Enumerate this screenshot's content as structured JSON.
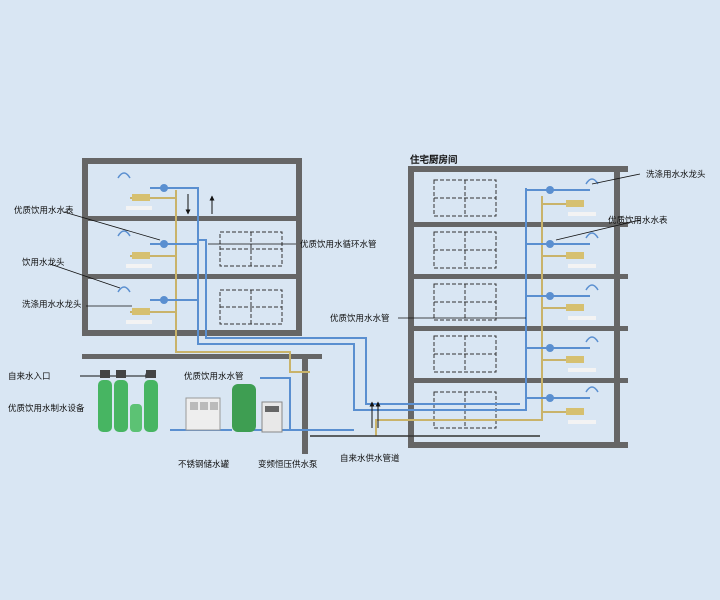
{
  "labels": {
    "residence_kitchen": "住宅厨房间",
    "wash_faucet_left": "洗涤用水水龙头",
    "drink_faucet": "饮用水龙头",
    "quality_meter_left": "优质饮用水水表",
    "tap_inlet": "自来水入口",
    "treatment_equipment": "优质饮用水制水设备",
    "quality_pipe_bottom": "优质饮用水水管",
    "stainless_tank": "不锈钢储水罐",
    "vf_pump": "变频恒压供水泵",
    "tap_supply_pipe": "自来水供水管道",
    "circulation_pipe": "优质饮用水循环水管",
    "quality_pipe_mid": "优质饮用水水管",
    "wash_faucet_right": "洗涤用水水龙头",
    "quality_meter_right": "优质饮用水水表"
  },
  "colors": {
    "background": "#d9e6f3",
    "wall": "#666666",
    "quality_pipe": "#5a8fd0",
    "tap_pipe": "#c9b36a",
    "tank": "#3e9e52",
    "filters": "#47b562"
  }
}
